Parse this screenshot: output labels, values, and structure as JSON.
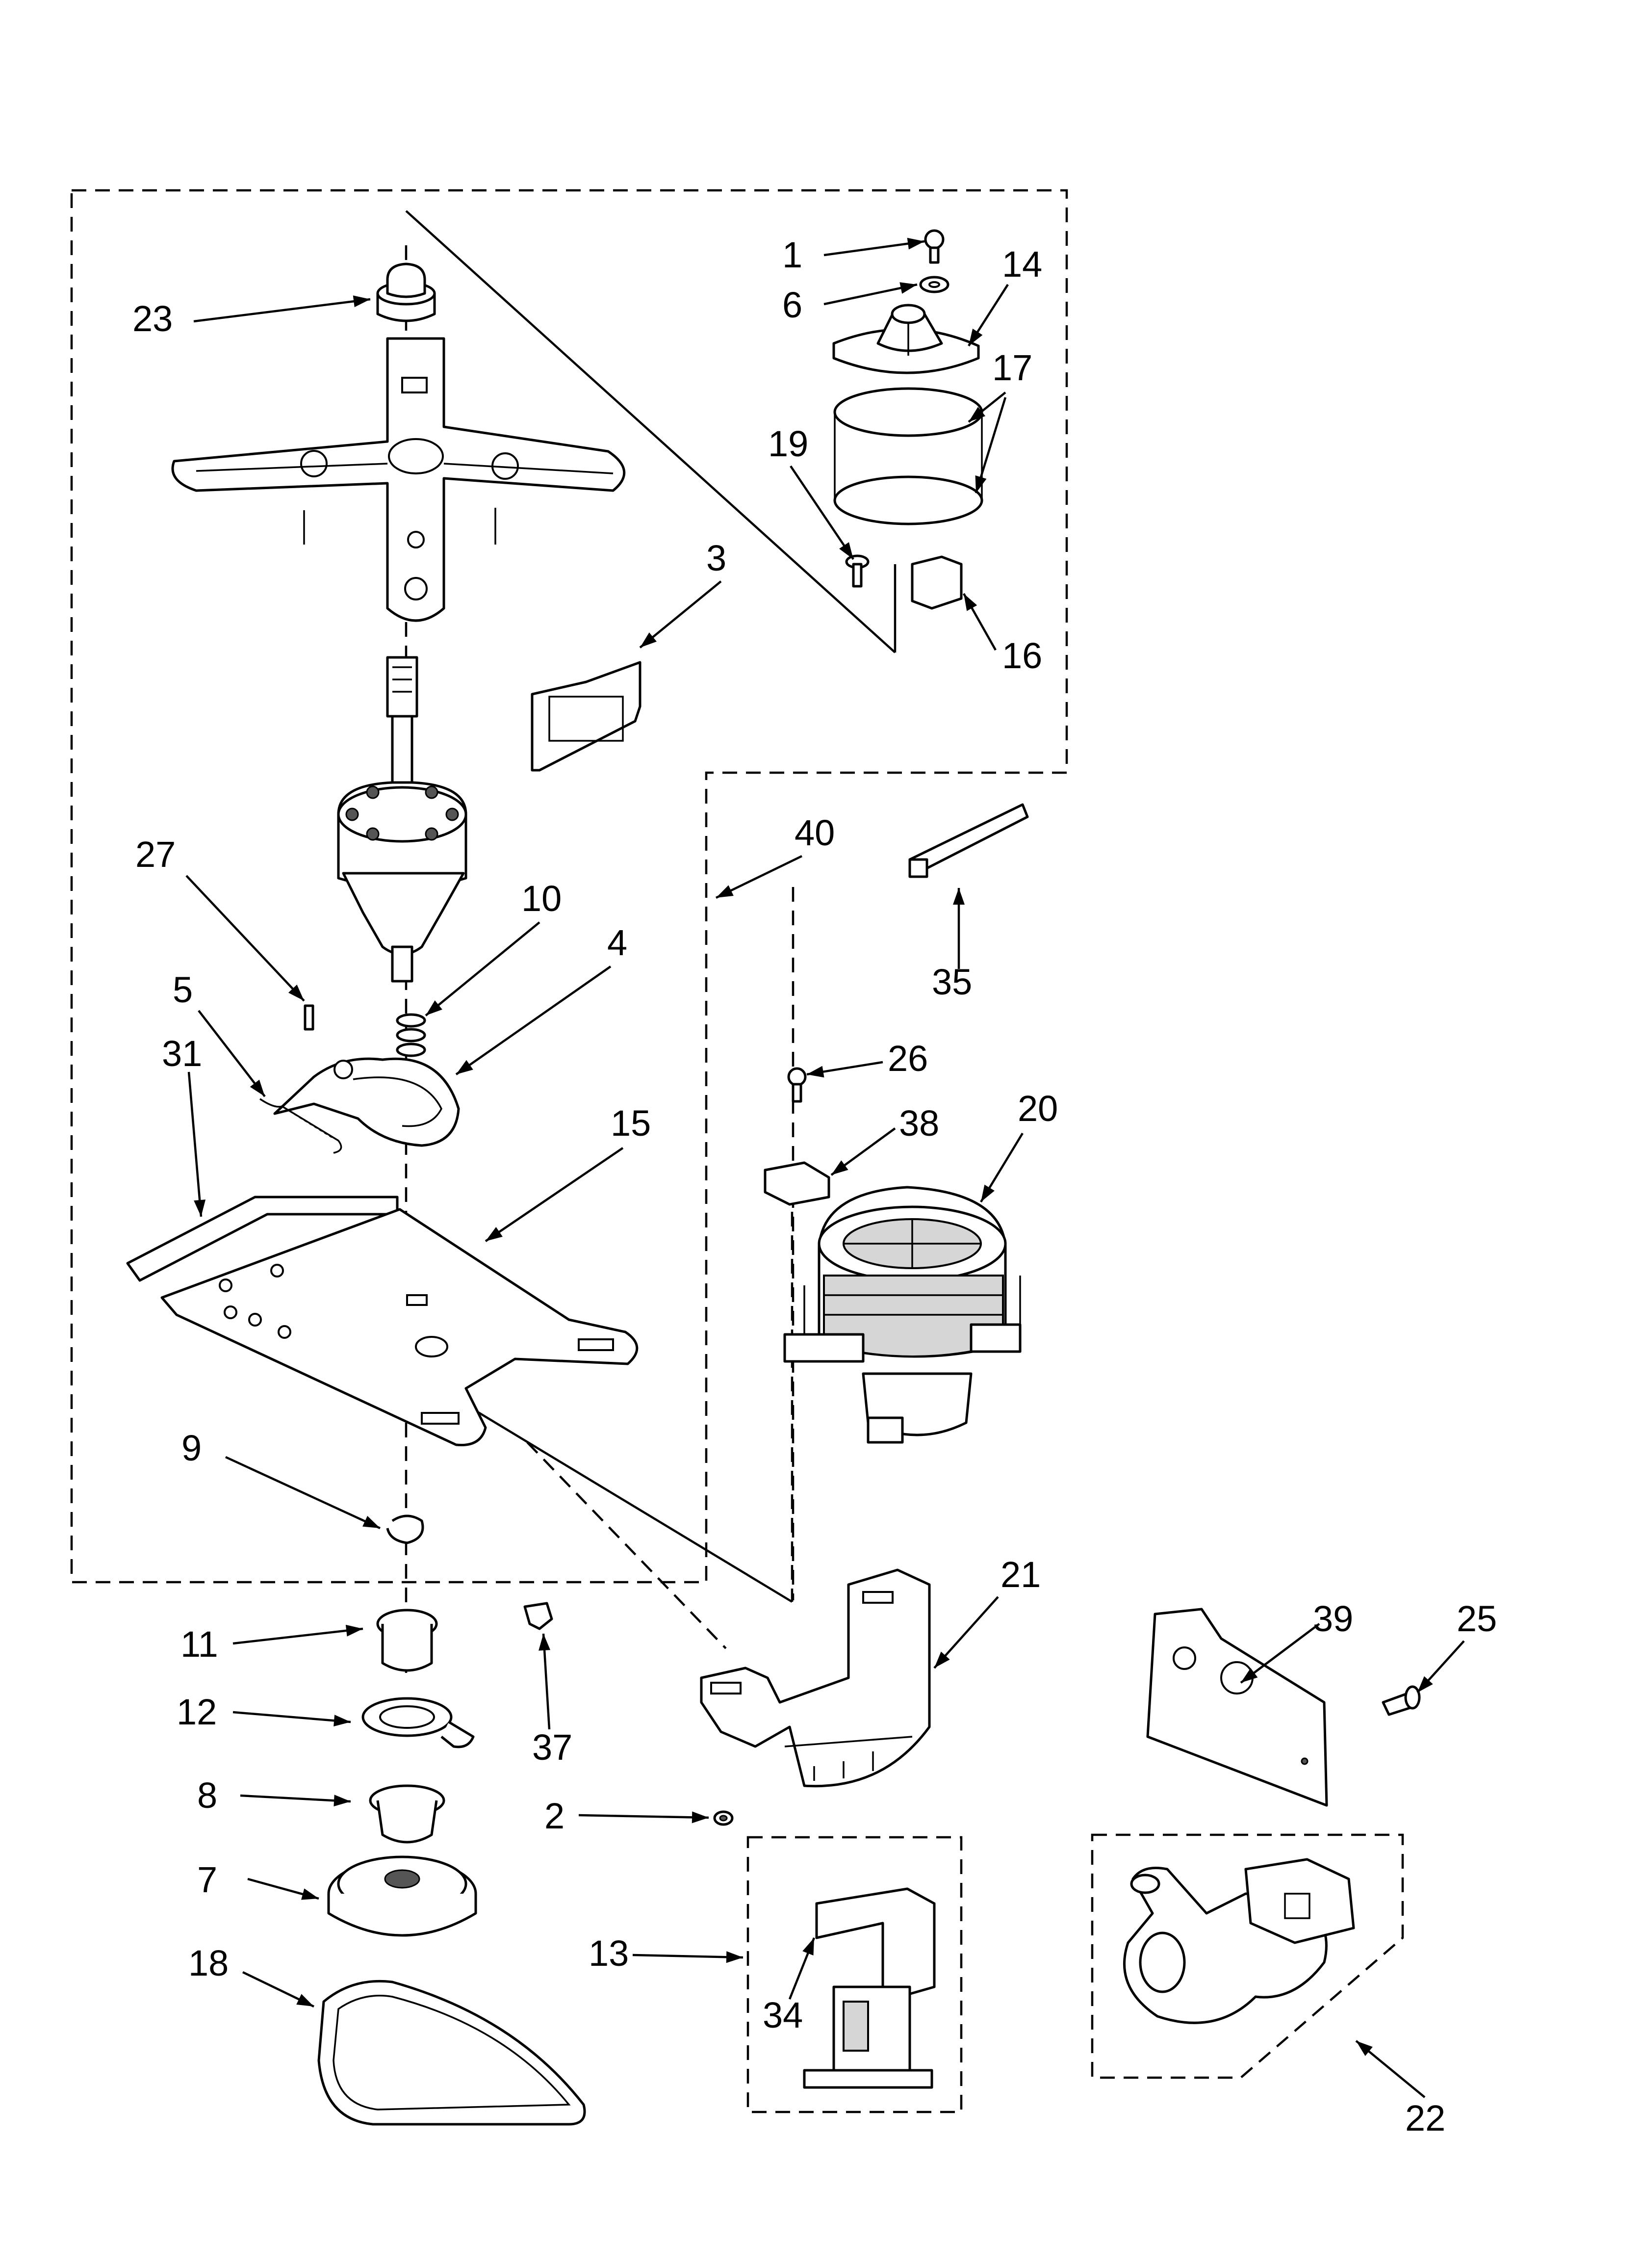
{
  "callouts": [
    {
      "id": "c1",
      "text": "1"
    },
    {
      "id": "c2",
      "text": "2"
    },
    {
      "id": "c3",
      "text": "3"
    },
    {
      "id": "c4",
      "text": "4"
    },
    {
      "id": "c5",
      "text": "5"
    },
    {
      "id": "c6",
      "text": "6"
    },
    {
      "id": "c7",
      "text": "7"
    },
    {
      "id": "c8",
      "text": "8"
    },
    {
      "id": "c9",
      "text": "9"
    },
    {
      "id": "c10",
      "text": "10"
    },
    {
      "id": "c11",
      "text": "11"
    },
    {
      "id": "c12",
      "text": "12"
    },
    {
      "id": "c13",
      "text": "13"
    },
    {
      "id": "c14",
      "text": "14"
    },
    {
      "id": "c15",
      "text": "15"
    },
    {
      "id": "c16",
      "text": "16"
    },
    {
      "id": "c17",
      "text": "17"
    },
    {
      "id": "c18",
      "text": "18"
    },
    {
      "id": "c19",
      "text": "19"
    },
    {
      "id": "c20",
      "text": "20"
    },
    {
      "id": "c21",
      "text": "21"
    },
    {
      "id": "c22",
      "text": "22"
    },
    {
      "id": "c23",
      "text": "23"
    },
    {
      "id": "c25",
      "text": "25"
    },
    {
      "id": "c26",
      "text": "26"
    },
    {
      "id": "c27",
      "text": "27"
    },
    {
      "id": "c31",
      "text": "31"
    },
    {
      "id": "c34",
      "text": "34"
    },
    {
      "id": "c35",
      "text": "35"
    },
    {
      "id": "c37",
      "text": "37"
    },
    {
      "id": "c38",
      "text": "38"
    },
    {
      "id": "c39",
      "text": "39"
    },
    {
      "id": "c40",
      "text": "40"
    }
  ],
  "colors": {
    "ink": "#000000",
    "paper": "#ffffff",
    "shade": "#d6d6d6"
  }
}
